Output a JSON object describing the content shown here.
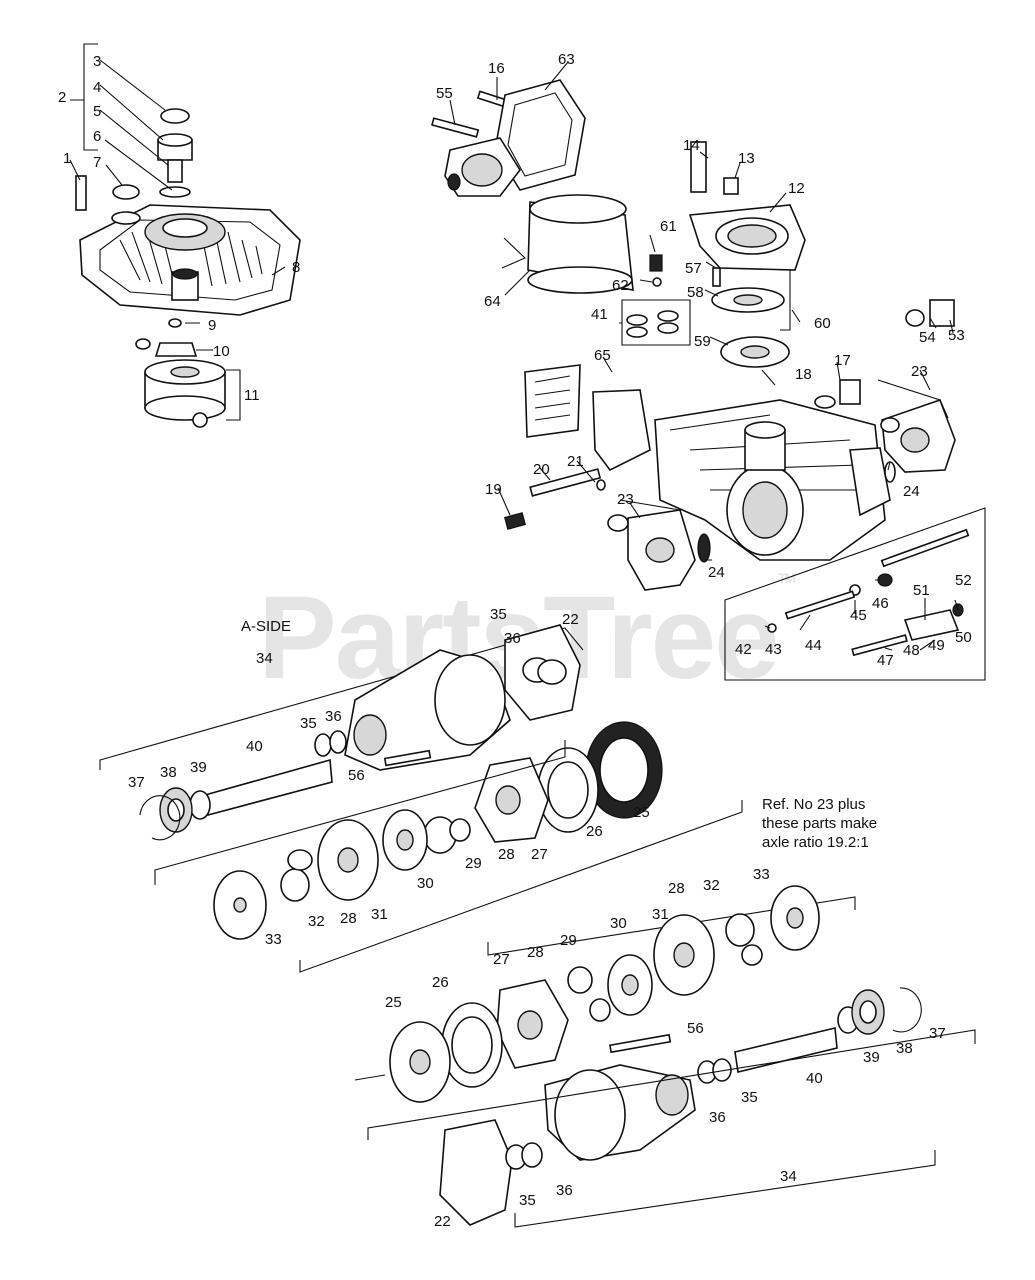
{
  "diagram": {
    "side_label": "A-SIDE",
    "note_lines": [
      "Ref. No 23 plus",
      "these parts make",
      "axle ratio 19.2:1"
    ],
    "watermark": "PartsTree",
    "watermark_mark": "TM"
  },
  "callouts": {
    "c1": "1",
    "c2": "2",
    "c3": "3",
    "c4": "4",
    "c5": "5",
    "c6": "6",
    "c7": "7",
    "c8": "8",
    "c9": "9",
    "c10": "10",
    "c11": "11",
    "c12": "12",
    "c13": "13",
    "c14": "14",
    "c16": "16",
    "c17": "17",
    "c18": "18",
    "c19": "19",
    "c20": "20",
    "c21": "21",
    "c22a": "22",
    "c22b": "22",
    "c23a": "23",
    "c23b": "23",
    "c24a": "24",
    "c24b": "24",
    "c25a": "25",
    "c25b": "25",
    "c26a": "26",
    "c26b": "26",
    "c27a": "27",
    "c27b": "27",
    "c28a": "28",
    "c28b": "28",
    "c28c": "28",
    "c28d": "28",
    "c29a": "29",
    "c29b": "29",
    "c30a": "30",
    "c30b": "30",
    "c31a": "31",
    "c31b": "31",
    "c32a": "32",
    "c32b": "32",
    "c33a": "33",
    "c33b": "33",
    "c34a": "34",
    "c34b": "34",
    "c35a": "35",
    "c35b": "35",
    "c35c": "35",
    "c35d": "35",
    "c36a": "36",
    "c36b": "36",
    "c36c": "36",
    "c36d": "36",
    "c37a": "37",
    "c37b": "37",
    "c38a": "38",
    "c38b": "38",
    "c39a": "39",
    "c39b": "39",
    "c40a": "40",
    "c40b": "40",
    "c41": "41",
    "c42": "42",
    "c43": "43",
    "c44": "44",
    "c45": "45",
    "c46": "46",
    "c47": "47",
    "c48": "48",
    "c49": "49",
    "c50": "50",
    "c51": "51",
    "c52": "52",
    "c53": "53",
    "c54": "54",
    "c55": "55",
    "c56a": "56",
    "c56b": "56",
    "c57": "57",
    "c58": "58",
    "c59": "59",
    "c60": "60",
    "c61": "61",
    "c62": "62",
    "c63": "63",
    "c64": "64",
    "c65": "65"
  }
}
